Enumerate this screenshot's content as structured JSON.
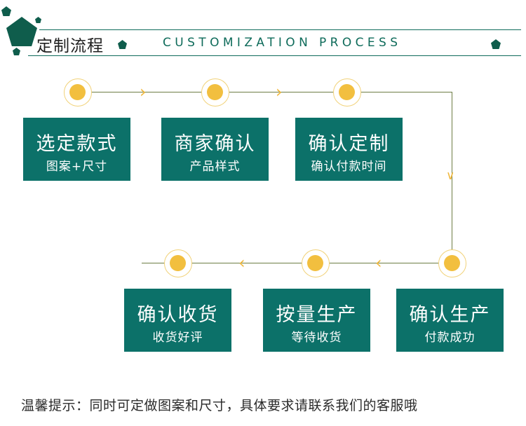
{
  "header": {
    "title_cn": "定制流程",
    "title_en": "CUSTOMIZATION PROCESS"
  },
  "steps": [
    {
      "title": "选定款式",
      "subtitle": "图案+尺寸"
    },
    {
      "title": "商家确认",
      "subtitle": "产品样式"
    },
    {
      "title": "确认定制",
      "subtitle": "确认付款时间"
    },
    {
      "title": "确认生产",
      "subtitle": "付款成功"
    },
    {
      "title": "按量生产",
      "subtitle": "等待收货"
    },
    {
      "title": "确认收货",
      "subtitle": "收货好评"
    }
  ],
  "arrows": {
    "right": "›",
    "down": "∨",
    "left": "‹"
  },
  "footer": {
    "note": "温馨提示：同时可定做图案和尺寸，具体要求请联系我们的客服哦"
  },
  "colors": {
    "primary": "#0c7169",
    "accent": "#f2bf3f",
    "line": "#6d7d44"
  }
}
